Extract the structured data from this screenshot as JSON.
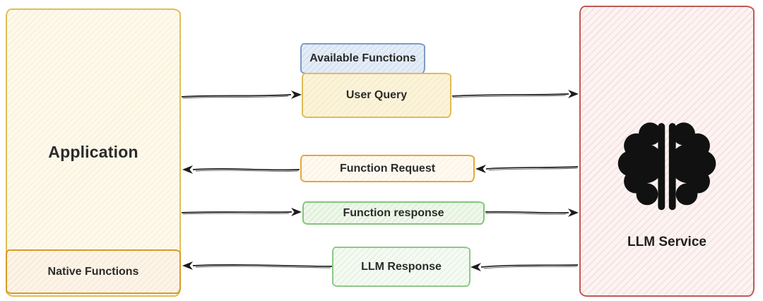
{
  "diagram": {
    "nodes": {
      "application": {
        "label": "Application"
      },
      "native_functions": {
        "label": "Native Functions"
      },
      "available_functions": {
        "label": "Available Functions"
      },
      "user_query": {
        "label": "User Query"
      },
      "function_request": {
        "label": "Function Request"
      },
      "function_response": {
        "label": "Function response"
      },
      "llm_response": {
        "label": "LLM Response"
      },
      "llm_service": {
        "label": "LLM Service",
        "icon": "brain-icon"
      }
    },
    "edges": [
      {
        "from": "application",
        "to": "user_query"
      },
      {
        "from": "user_query",
        "to": "llm_service"
      },
      {
        "from": "llm_service",
        "to": "function_request"
      },
      {
        "from": "function_request",
        "to": "application"
      },
      {
        "from": "application",
        "to": "function_response"
      },
      {
        "from": "function_response",
        "to": "llm_service"
      },
      {
        "from": "llm_service",
        "to": "llm_response"
      },
      {
        "from": "llm_response",
        "to": "application"
      }
    ],
    "colors": {
      "application_border": "#e2bd55",
      "application_fill": "#fdf9ec",
      "native_functions_border": "#d99a26",
      "native_functions_fill": "#fcf4e8",
      "available_functions_border": "#7d9cc6",
      "available_functions_fill": "#e4ecf7",
      "user_query_border": "#e0bc55",
      "user_query_fill": "#fbf3da",
      "function_request_border": "#e8a63a",
      "function_request_fill": "#fefaf2",
      "function_response_border": "#84c47e",
      "function_response_fill": "#eff7ea",
      "llm_response_border": "#8cc988",
      "llm_response_fill": "#f5faf2",
      "llm_service_border": "#bf5a55",
      "llm_service_fill": "#fcf3f2",
      "arrow": "#1c1c1c",
      "text": "#2b2b2b",
      "brain_icon": "#111111"
    }
  }
}
